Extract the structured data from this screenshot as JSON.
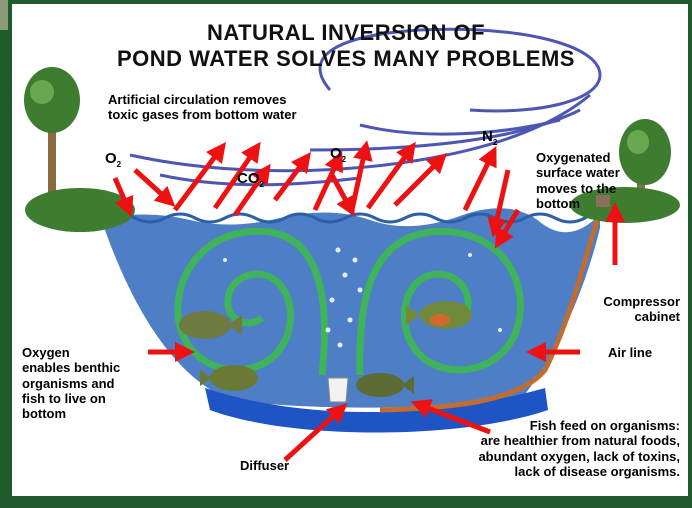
{
  "title": {
    "line1": "NATURAL INVERSION OF",
    "line2": "POND WATER SOLVES MANY PROBLEMS"
  },
  "labels": {
    "circulation_l1": "Artificial circulation removes",
    "circulation_l2": "toxic gases from bottom water",
    "o2_left": "O",
    "o2_left_sub": "2",
    "co2": "CO",
    "co2_sub": "2",
    "o2_center": "O",
    "o2_center_sub": "2",
    "n2": "N",
    "n2_sub": "2",
    "oxygenated_l1": "Oxygenated",
    "oxygenated_l2": "surface water",
    "oxygenated_l3": "moves to the",
    "oxygenated_l4": "bottom",
    "compressor_l1": "Compressor",
    "compressor_l2": "cabinet",
    "air_line": "Air line",
    "oxygen_l1": "Oxygen",
    "oxygen_l2": "enables benthic",
    "oxygen_l3": "organisms and",
    "oxygen_l4": "fish to live on",
    "oxygen_l5": "bottom",
    "diffuser": "Diffuser",
    "fish_l1": "Fish feed on organisms:",
    "fish_l2": "are healthier from natural foods,",
    "fish_l3": "abundant oxygen, lack of toxins,",
    "fish_l4": "lack of disease organisms."
  },
  "colors": {
    "frame": "#1f5a2c",
    "panel": "#ffffff",
    "water": "#4d7ec6",
    "bottom": "#1f54c4",
    "swirl": "#3fb35a",
    "arrow": "#ee1111",
    "wind": "#4e56b3",
    "airline": "#c06d32"
  }
}
